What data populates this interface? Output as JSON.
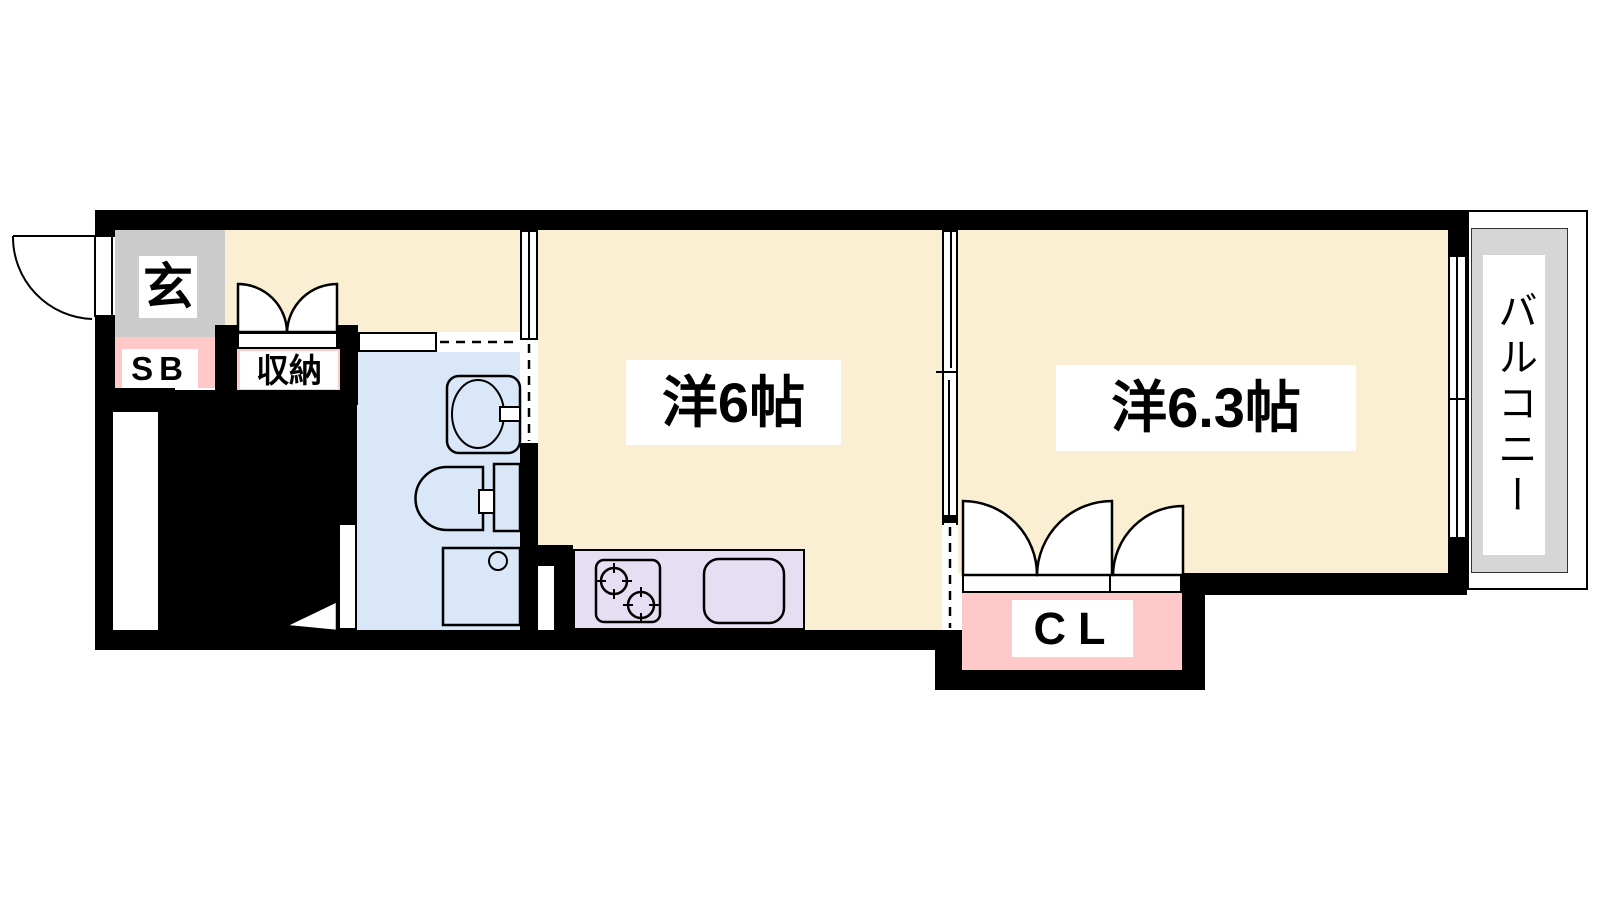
{
  "plan": {
    "title": "1K apartment floor plan",
    "rooms": [
      {
        "id": "genkan",
        "label": "玄",
        "type": "entrance"
      },
      {
        "id": "shoe_box",
        "label": "SB",
        "type": "shoe-box"
      },
      {
        "id": "storage",
        "label": "収納",
        "type": "storage-closet"
      },
      {
        "id": "western_6",
        "label": "洋6帖",
        "type": "western-room",
        "size_tatami": "6帖"
      },
      {
        "id": "western_6_3",
        "label": "洋6.3帖",
        "type": "western-room",
        "size_tatami": "6.3帖"
      },
      {
        "id": "closet",
        "label": "CL",
        "type": "closet"
      },
      {
        "id": "balcony",
        "label": "バルコニー",
        "type": "balcony"
      }
    ],
    "fixtures": [
      "entrance-door",
      "storage-double-doors",
      "bathtub",
      "bathroom-folding-door",
      "wash-basin",
      "toilet",
      "washing-machine-pan",
      "gas-stove-2-burner",
      "kitchen-sink",
      "closet-folding-doors",
      "sliding-door-partitions",
      "balcony-window"
    ],
    "colors": {
      "wall": "#000000",
      "room_floor": "#FAEFD2",
      "wet_area_floor": "#D9E7F8",
      "kitchen_counter": "#E6DEF2",
      "closet_fill": "#FFC9C9",
      "entrance_floor": "#CCCCCC",
      "balcony_floor": "#D6D6D6",
      "label_bg": "#FFFFFF"
    }
  }
}
